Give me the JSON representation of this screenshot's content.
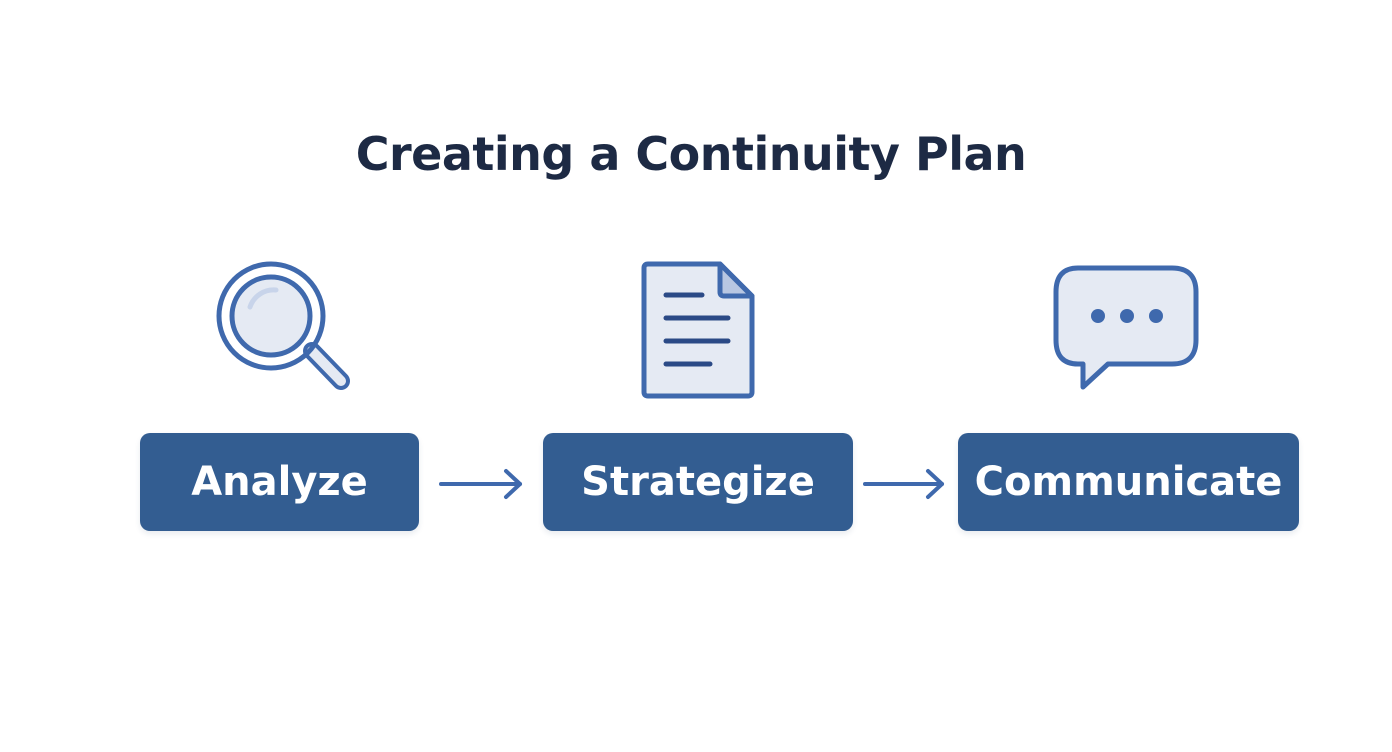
{
  "title": "Creating a Continuity Plan",
  "steps": [
    {
      "label": "Analyze",
      "icon": "magnifying-glass-icon"
    },
    {
      "label": "Strategize",
      "icon": "document-icon"
    },
    {
      "label": "Communicate",
      "icon": "speech-bubble-icon"
    }
  ],
  "colors": {
    "title": "#1d2a44",
    "box": "#335d91",
    "box_text": "#ffffff",
    "icon_stroke": "#3f69ad",
    "icon_fill": "#e5eaf3",
    "doc_lines": "#2b4a86"
  }
}
